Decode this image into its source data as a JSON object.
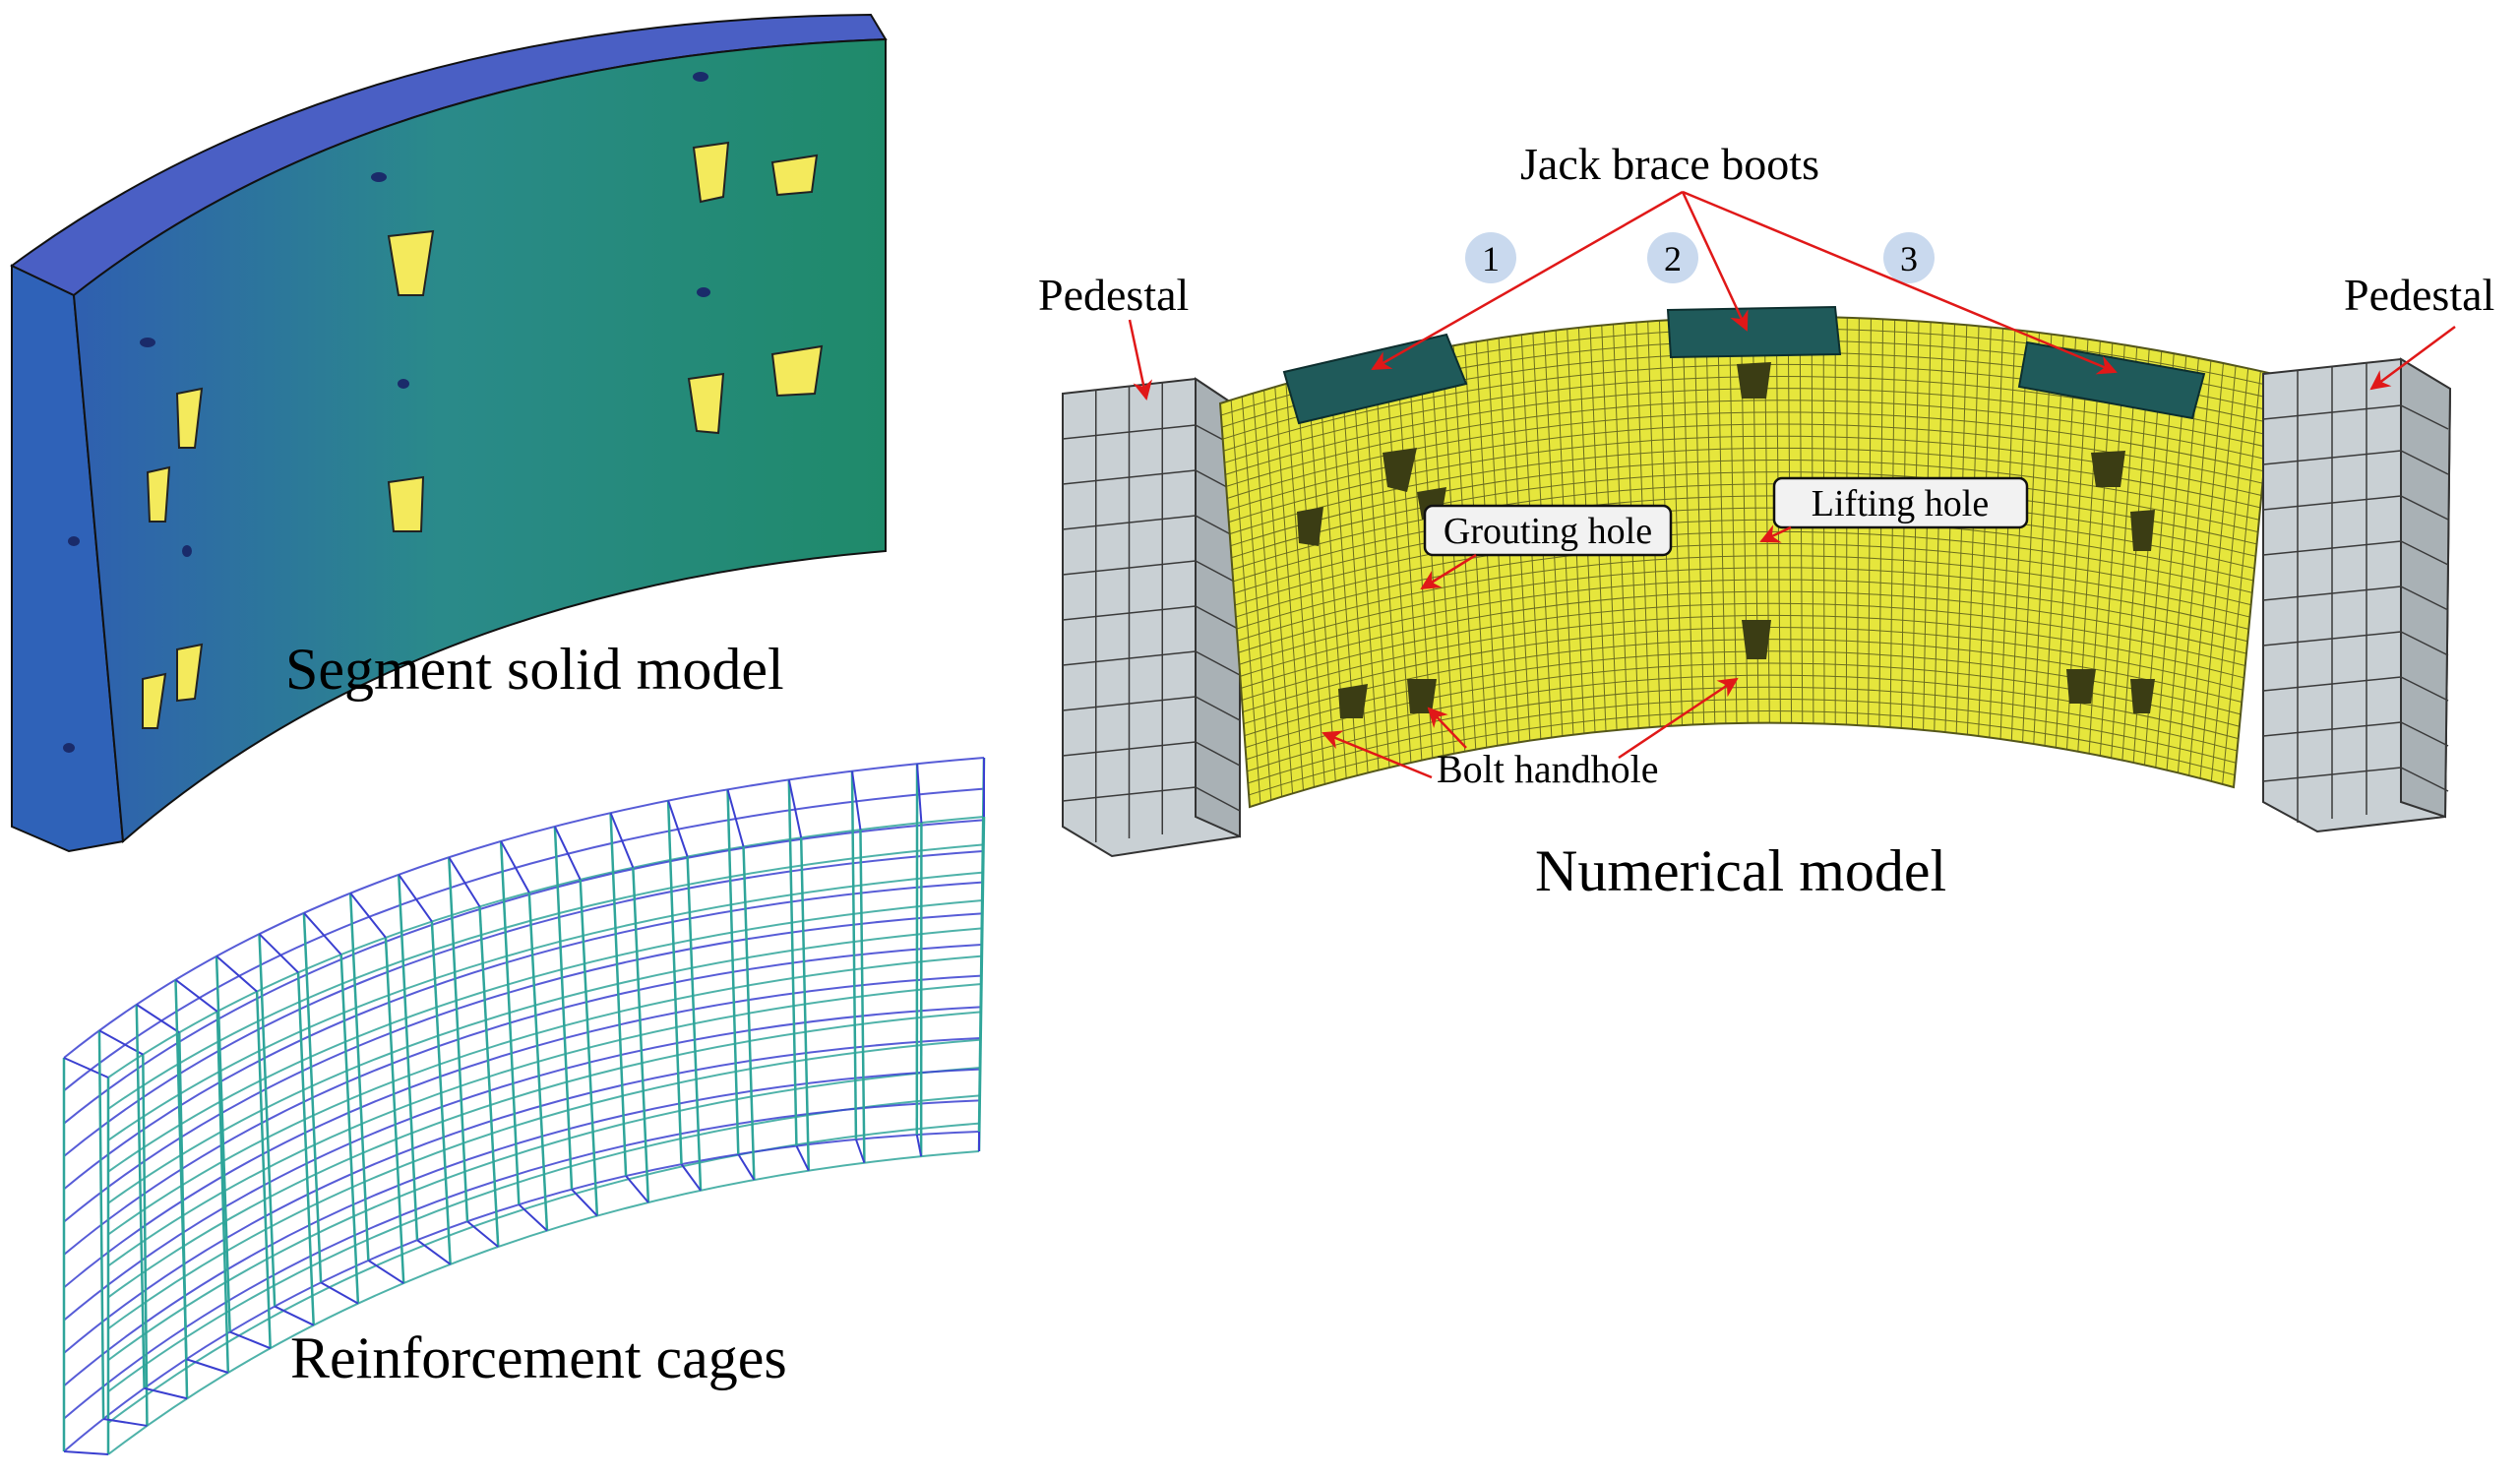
{
  "labels": {
    "segment_solid_model": "Segment solid model",
    "reinforcement_cages": "Reinforcement cages",
    "numerical_model": "Numerical model",
    "jack_brace_boots": "Jack brace boots",
    "pedestal_left": "Pedestal",
    "pedestal_right": "Pedestal",
    "grouting_hole": "Grouting hole",
    "lifting_hole": "Lifting hole",
    "bolt_handhole": "Bolt handhole"
  },
  "boot_numbers": [
    "1",
    "2",
    "3"
  ],
  "colors": {
    "solid_top": "#4a5fc4",
    "solid_face_left": "#2f6fa8",
    "solid_face_right": "#1f8a7a",
    "solid_side": "#3a64b0",
    "pocket": "#f4ea5c",
    "mesh_face": "#e6e63c",
    "mesh_line": "#55571a",
    "boot": "#1f5a5a",
    "pedestal": "#c9d0d4",
    "pedestal_line": "#3a3a3a",
    "rebar_blue": "#3a3fd0",
    "rebar_teal": "#2fa59a",
    "arrow": "#e01818",
    "circle_badge": "#c9d9ee"
  }
}
